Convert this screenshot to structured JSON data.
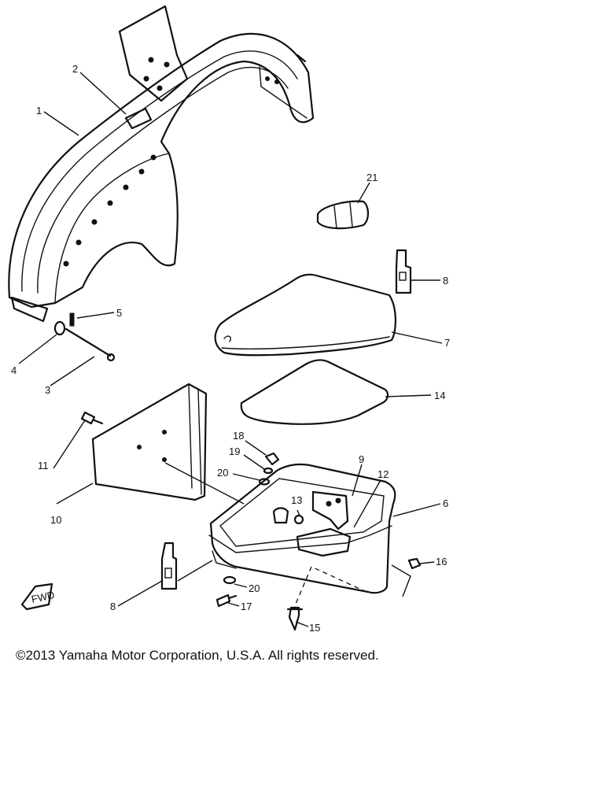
{
  "callouts": [
    "1",
    "2",
    "3",
    "4",
    "5",
    "6",
    "7",
    "8",
    "9",
    "10",
    "11",
    "12",
    "13",
    "14",
    "15",
    "16",
    "17",
    "18",
    "19",
    "20",
    "21"
  ],
  "duplicate_callouts": {
    "eight_lower": "8",
    "twenty_lower": "20"
  },
  "fwd_label": "FWD",
  "copyright": "©2013 Yamaha Motor Corporation, U.S.A. All rights reserved."
}
